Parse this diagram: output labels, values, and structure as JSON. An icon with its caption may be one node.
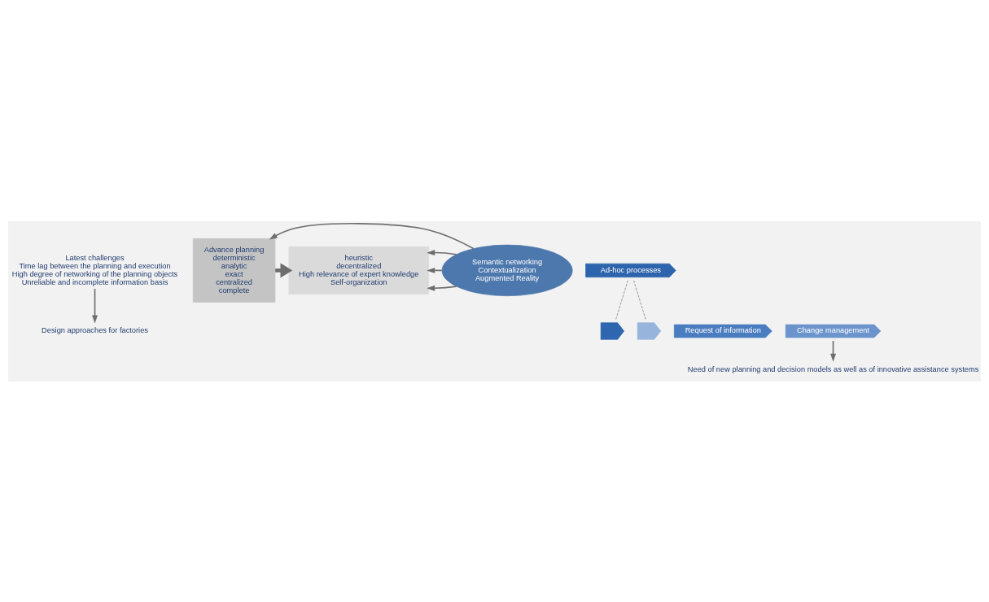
{
  "diagram": {
    "nodes": [
      {
        "text": [
          "Latest challenges",
          "Time lag between the planning and execution",
          "High degree of networking of the planning objects",
          "Unreliable and incomplete information basis"
        ]
      },
      {
        "text": [
          "Design approaches for factories"
        ]
      },
      {
        "text": [
          "Advance planning",
          "deterministic",
          "analytic",
          "exact",
          "centralized",
          "complete"
        ]
      },
      {
        "text": [
          "heuristic",
          "decentralized",
          "High relevance of expert knowledge",
          "Self-organization"
        ]
      },
      {
        "text": [
          "Ad-hoc processes"
        ]
      },
      {
        "text": [],
        "shape": "chevron"
      },
      {
        "text": [
          "Request of information"
        ]
      },
      {
        "text": [
          "Change management"
        ]
      },
      {
        "text": [],
        "shape": "chevron"
      },
      {
        "text": [
          "Need of new planning and decision models as well as of innovative assistance systems"
        ]
      },
      {
        "text": [
          "Semantic networking",
          "Contextualization",
          "Augmented Reality"
        ]
      }
    ],
    "edges": [
      {
        "from": 0,
        "to": 1,
        "arrow": "to"
      },
      {
        "from": 2,
        "to": 3,
        "arrow": "to",
        "style": "thick"
      },
      {
        "from": 4,
        "to": 5,
        "arrow": "none",
        "style": "dashed"
      },
      {
        "from": 4,
        "to": 8,
        "arrow": "none",
        "style": "dashed"
      },
      {
        "from": 7,
        "to": 9,
        "arrow": "to"
      },
      {
        "from": 10,
        "to": 2,
        "arrow": "to"
      },
      {
        "from": 10,
        "to": 3,
        "arrow": "to"
      },
      {
        "from": 10,
        "to": 3,
        "arrow": "to"
      },
      {
        "from": 10,
        "to": 3,
        "arrow": "to"
      }
    ]
  }
}
